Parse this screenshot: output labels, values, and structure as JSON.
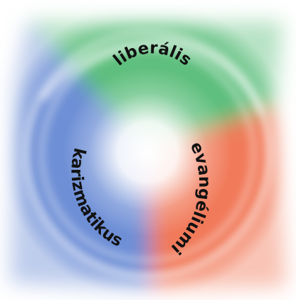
{
  "diagram": {
    "segments": [
      {
        "label": "liberális",
        "color": "#5fbf7e"
      },
      {
        "label": "evangéliumi",
        "color": "#f17a5a"
      },
      {
        "label": "karizmatikus",
        "color": "#6e8fd6"
      }
    ],
    "center_color": "#ffffff"
  }
}
